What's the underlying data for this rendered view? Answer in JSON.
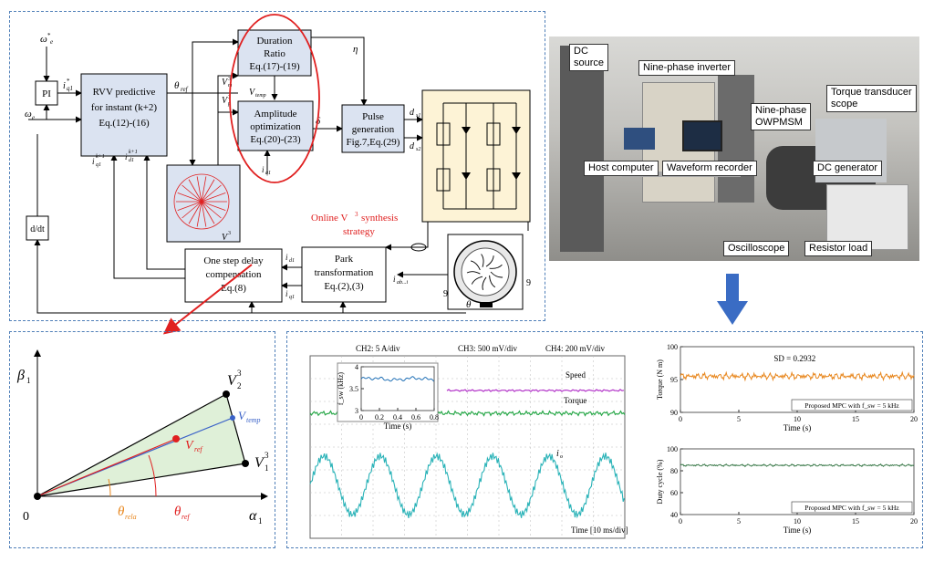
{
  "colors": {
    "panel_border": "#4f7fb8",
    "block_fill": "#dbe3f1",
    "red": "#e02020",
    "orange": "#e8871e",
    "blue": "#3a62c8",
    "green_fill": "#dff0d8"
  },
  "block_diagram": {
    "wref": "ω",
    "we": "ω",
    "pi": "PI",
    "iq1_star": "i",
    "rvv": [
      "RVV predictive",
      "for instant (k+2)",
      "Eq.(12)-(16)"
    ],
    "theta_ref": "θ",
    "duration": [
      "Duration",
      "Ratio",
      "Eq.(17)-(19)"
    ],
    "amplitude": [
      "Amplitude",
      "optimization",
      "Eq.(20)-(23)"
    ],
    "pulse": [
      "Pulse",
      "generation",
      "Fig.7,Eq.(29)"
    ],
    "eta": "η",
    "delta": "δ",
    "vm": "V",
    "vp": "V",
    "vtemp": "V",
    "ds1": "d",
    "ds2": "d",
    "iq1k1": "i",
    "id1k1": "i",
    "ddt": "d/dt",
    "v3": "V",
    "online_a": "Online V",
    "online_b": "synthesis",
    "online_c": "strategy",
    "delay": [
      "One step delay",
      "compensation",
      "Eq.(8)"
    ],
    "park": [
      "Park",
      "transformation",
      "Eq.(2),(3)"
    ],
    "id1k": "i",
    "iq1k": "i",
    "iab": "i",
    "nine_a": "9",
    "nine_b": "9",
    "theta": "θ"
  },
  "photo_labels": {
    "dc_source": [
      "DC",
      "source"
    ],
    "inverter": "Nine-phase inverter",
    "owpmsm": [
      "Nine-phase",
      "OWPMSM"
    ],
    "torque_scope": [
      "Torque transducer",
      "scope"
    ],
    "host": "Host computer",
    "waveform": "Waveform recorder",
    "dc_gen": "DC generator",
    "osc": "Oscilloscope",
    "resistor": "Resistor load"
  },
  "vector": {
    "beta": "β",
    "alpha": "α",
    "zero": "0",
    "v2": "V",
    "v1": "V",
    "vtemp": "V",
    "vref": "V",
    "theta_rela": "θ",
    "theta_ref": "θ"
  },
  "scope": {
    "ch2": "CH2: 5 A/div",
    "ch3": "CH3: 500 mV/div",
    "ch4": "CH4: 200 mV/div",
    "speed": "Speed",
    "torque": "Torque",
    "io": "i",
    "time": "Time [10 ms/div]",
    "inset_ylabel": "f (kHz)",
    "inset_xlabel": "Time (s)"
  },
  "chart_data": [
    {
      "type": "line",
      "ylabel": "f_sw (kHz)",
      "xlabel": "Time (s)",
      "x_ticks": [
        "0",
        "0.2",
        "0.4",
        "0.6",
        "0.8"
      ],
      "y_ticks": [
        "3",
        "3.5",
        "4"
      ],
      "xlim": [
        0,
        0.8
      ],
      "ylim": [
        3,
        4
      ],
      "series": [
        {
          "mean": 3.72,
          "ripple": 0.06
        }
      ]
    },
    {
      "type": "line",
      "ylabel": "Torque (N m)",
      "xlabel": "Time (s)",
      "x_ticks": [
        "0",
        "5",
        "10",
        "15",
        "20"
      ],
      "y_ticks": [
        "90",
        "95",
        "100"
      ],
      "xlim": [
        0,
        20
      ],
      "ylim": [
        90,
        100
      ],
      "annotation": "SD = 0.2932",
      "legend": "Proposed MPC with f_sw = 5 kHz",
      "series": [
        {
          "mean": 95.5,
          "ripple": 0.6,
          "color": "#e8871e"
        }
      ]
    },
    {
      "type": "line",
      "ylabel": "Duty cycle (%)",
      "xlabel": "Time (s)",
      "x_ticks": [
        "0",
        "5",
        "10",
        "15",
        "20"
      ],
      "y_ticks": [
        "40",
        "60",
        "80",
        "100"
      ],
      "xlim": [
        0,
        20
      ],
      "ylim": [
        40,
        100
      ],
      "legend": "Proposed MPC with f_sw = 5 kHz",
      "series": [
        {
          "mean": 85,
          "ripple": 1.2,
          "color": "#3b7a4a"
        }
      ]
    }
  ]
}
